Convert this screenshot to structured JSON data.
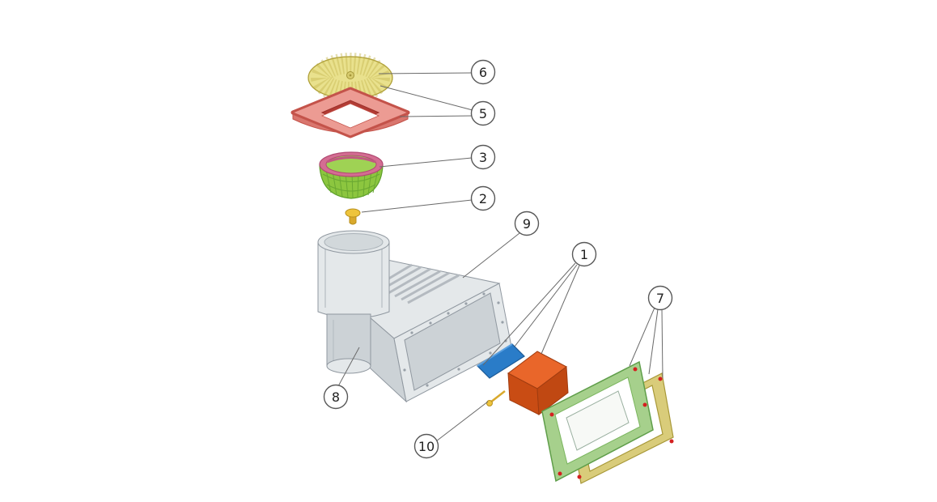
{
  "page": {
    "background": "#ffffff"
  },
  "diagram": {
    "kind": "exploded-assembly-diagram",
    "subject": "skimmer assembly exploded parts view",
    "callouts": [
      {
        "label": "6",
        "part": "round-lid-cover"
      },
      {
        "label": "5",
        "part": "lid-frame"
      },
      {
        "label": "3",
        "part": "strainer-basket"
      },
      {
        "label": "2",
        "part": "plug-knob"
      },
      {
        "label": "9",
        "part": "skimmer-main-body"
      },
      {
        "label": "1",
        "part": "weir-door-set"
      },
      {
        "label": "7",
        "part": "faceplate-gasket-screws"
      },
      {
        "label": "8",
        "part": "bottom-outlet"
      },
      {
        "label": "10",
        "part": "pivot-pin"
      }
    ],
    "colors": {
      "lid": "#e9e18d",
      "lid_frame": "#ec9b93",
      "lid_frame_dark": "#d9766e",
      "basket": "#8cc63f",
      "basket_rim": "#d46d92",
      "plug": "#eec43c",
      "body": "#e4e8ea",
      "body_shade": "#ccd2d6",
      "weir_blue": "#2a7cc8",
      "door_orange": "#e9662a",
      "door_orange_dark": "#c94c14",
      "faceplate_green": "#a6d08c",
      "gasket_tan": "#d9cc7a",
      "screw_red": "#d42020",
      "leader_line": "#6a6a6a"
    }
  }
}
